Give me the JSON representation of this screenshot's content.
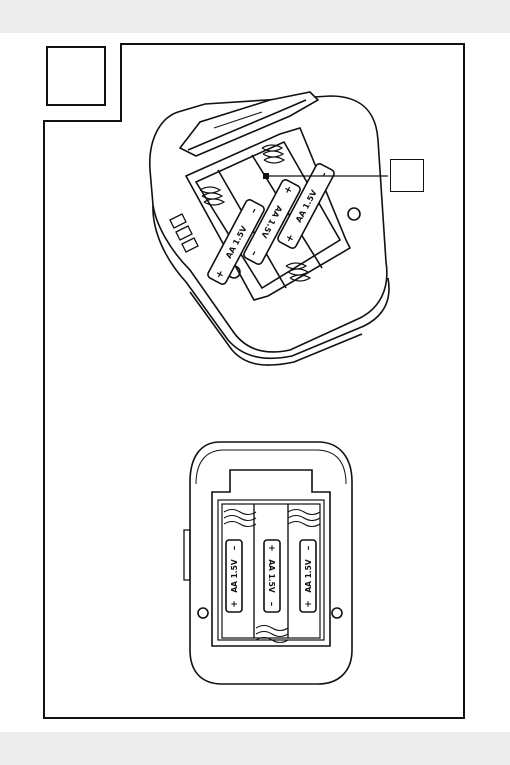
{
  "figure": {
    "label": "",
    "callout_label": ""
  },
  "batteries": {
    "top_view": [
      {
        "marking": "AA 1.5V",
        "plus": "+",
        "minus": "–"
      },
      {
        "marking": "AA 1.5V",
        "plus": "+",
        "minus": "–"
      },
      {
        "marking": "AA 1.5V",
        "plus": "+",
        "minus": "–"
      }
    ],
    "bottom_view": [
      {
        "marking": "AA 1.5V",
        "plus": "+",
        "minus": "–"
      },
      {
        "marking": "AA 1.5V",
        "plus": "+",
        "minus": "–"
      },
      {
        "marking": "AA 1.5V",
        "plus": "+",
        "minus": "–"
      }
    ]
  }
}
